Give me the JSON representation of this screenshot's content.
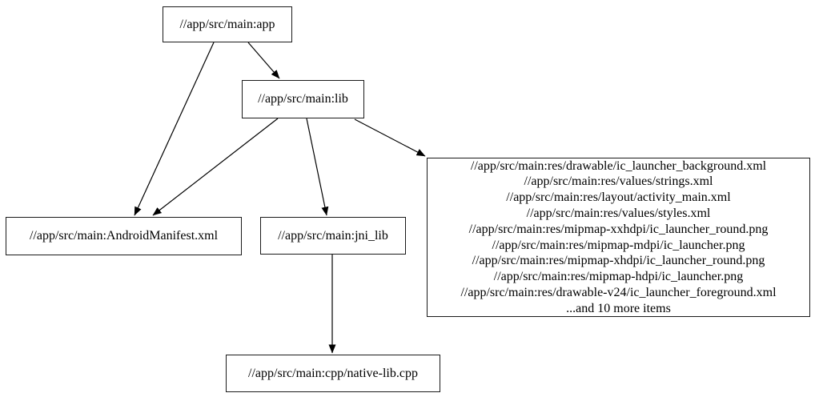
{
  "diagram": {
    "type": "dependency-graph",
    "background_color": "#ffffff",
    "stroke_color": "#000000",
    "nodes": {
      "app": {
        "label": "//app/src/main:app"
      },
      "lib": {
        "label": "//app/src/main:lib"
      },
      "android_manifest": {
        "label": "//app/src/main:AndroidManifest.xml"
      },
      "jni_lib": {
        "label": "//app/src/main:jni_lib"
      },
      "native_lib_cpp": {
        "label": "//app/src/main:cpp/native-lib.cpp"
      },
      "resources": {
        "lines": [
          "//app/src/main:res/drawable/ic_launcher_background.xml",
          "//app/src/main:res/values/strings.xml",
          "//app/src/main:res/layout/activity_main.xml",
          "//app/src/main:res/values/styles.xml",
          "//app/src/main:res/mipmap-xxhdpi/ic_launcher_round.png",
          "//app/src/main:res/mipmap-mdpi/ic_launcher.png",
          "//app/src/main:res/mipmap-xhdpi/ic_launcher_round.png",
          "//app/src/main:res/mipmap-hdpi/ic_launcher.png",
          "//app/src/main:res/drawable-v24/ic_launcher_foreground.xml",
          "...and 10 more items"
        ]
      }
    },
    "edges": [
      {
        "from": "app",
        "to": "lib"
      },
      {
        "from": "app",
        "to": "android_manifest"
      },
      {
        "from": "lib",
        "to": "android_manifest"
      },
      {
        "from": "lib",
        "to": "jni_lib"
      },
      {
        "from": "lib",
        "to": "resources"
      },
      {
        "from": "jni_lib",
        "to": "native_lib_cpp"
      }
    ]
  }
}
